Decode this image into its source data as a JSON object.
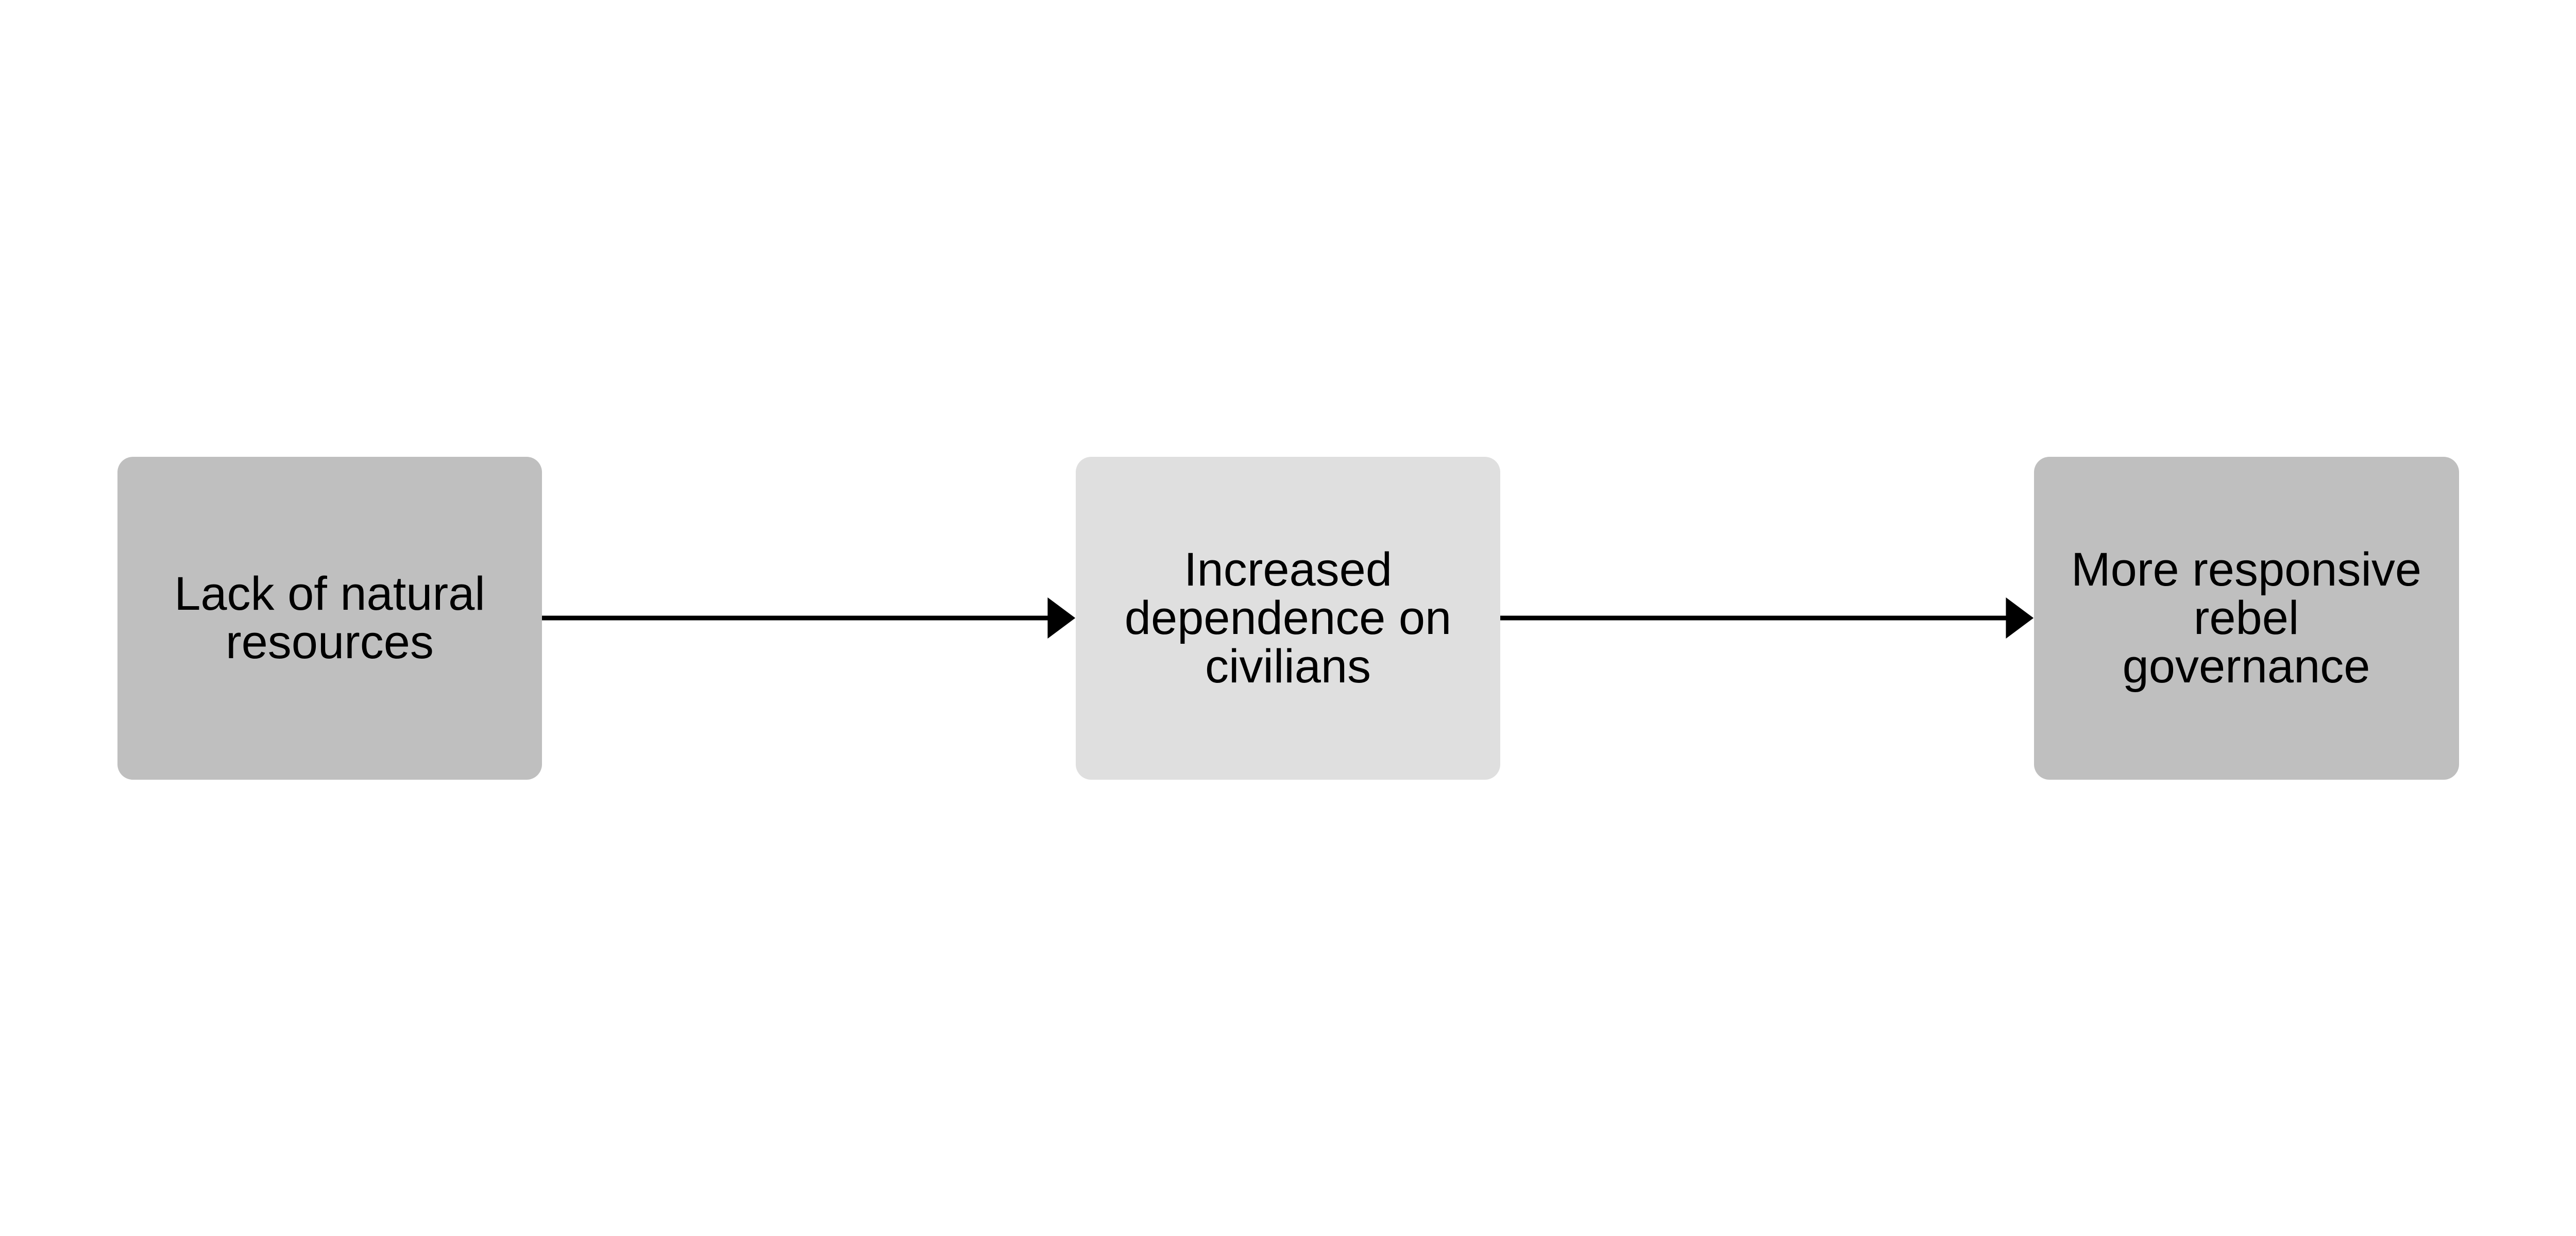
{
  "nodes": [
    {
      "id": "n1",
      "label": "Lack of natural\nresources",
      "fill": "#bfbfbf"
    },
    {
      "id": "n2",
      "label": "Increased\ndependence on\ncivilians",
      "fill": "#dfdfdf"
    },
    {
      "id": "n3",
      "label": "More responsive\nrebel\ngovernance",
      "fill": "#bfbfbf"
    }
  ],
  "edges": [
    {
      "from": "n1",
      "to": "n2"
    },
    {
      "from": "n2",
      "to": "n3"
    }
  ],
  "colors": {
    "edge": "#000000",
    "background": "#ffffff"
  }
}
